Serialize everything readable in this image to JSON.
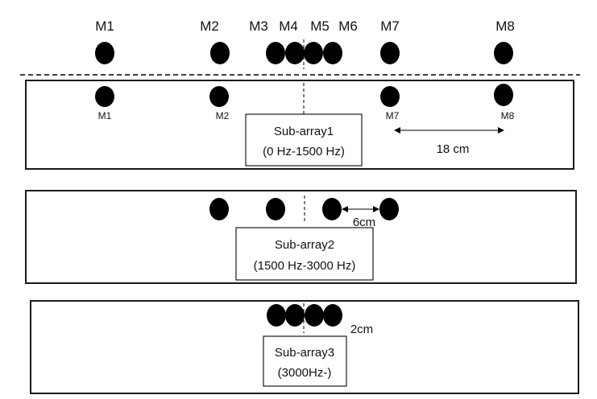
{
  "title": "Nested microphone array with frequency sub-arrays",
  "full_array": {
    "mics": [
      {
        "label": "M1"
      },
      {
        "label": "M2"
      },
      {
        "label": "M3"
      },
      {
        "label": "M4"
      },
      {
        "label": "M5"
      },
      {
        "label": "M6"
      },
      {
        "label": "M7"
      },
      {
        "label": "M8"
      }
    ]
  },
  "sub_arrays": [
    {
      "name": "Sub-array1",
      "range": "(0 Hz-1500 Hz)",
      "mic_labels": [
        "M1",
        "M2",
        "M7",
        "M8"
      ],
      "spacing_label": "18 cm"
    },
    {
      "name": "Sub-array2",
      "range": "(1500 Hz-3000 Hz)",
      "spacing_label": "6cm"
    },
    {
      "name": "Sub-array3",
      "range": "(3000Hz-)",
      "spacing_label": "2cm"
    }
  ],
  "colors": {
    "mic": "#000000",
    "line": "#1a1a1a"
  }
}
